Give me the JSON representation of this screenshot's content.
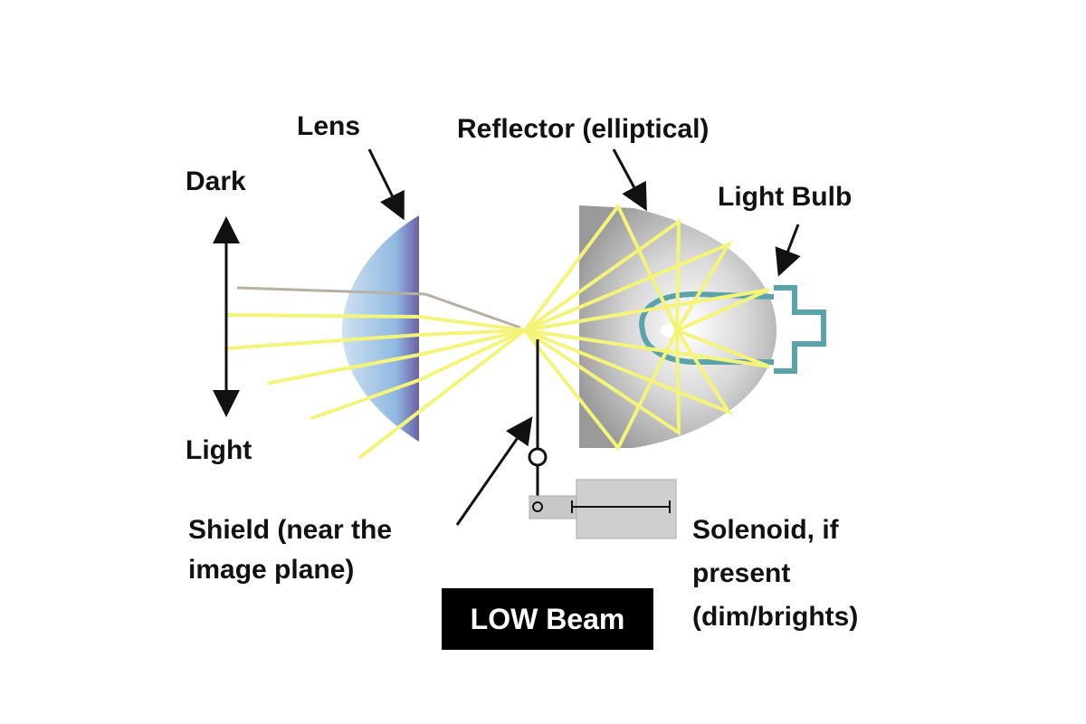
{
  "labels": {
    "lens": "Lens",
    "reflector": "Reflector (elliptical)",
    "light_bulb": "Light Bulb",
    "dark": "Dark",
    "light": "Light",
    "shield": [
      "Shield (near the",
      "image plane)"
    ],
    "solenoid": [
      "Solenoid, if",
      "present",
      "(dim/brights)"
    ],
    "beam_mode": "LOW Beam"
  },
  "colors": {
    "light_ray": "#f4f47a",
    "bulb_outline": "#5aa3aa",
    "lens": "#8fb8e0",
    "reflector": "#a6a6a6",
    "badge": "#000000"
  }
}
